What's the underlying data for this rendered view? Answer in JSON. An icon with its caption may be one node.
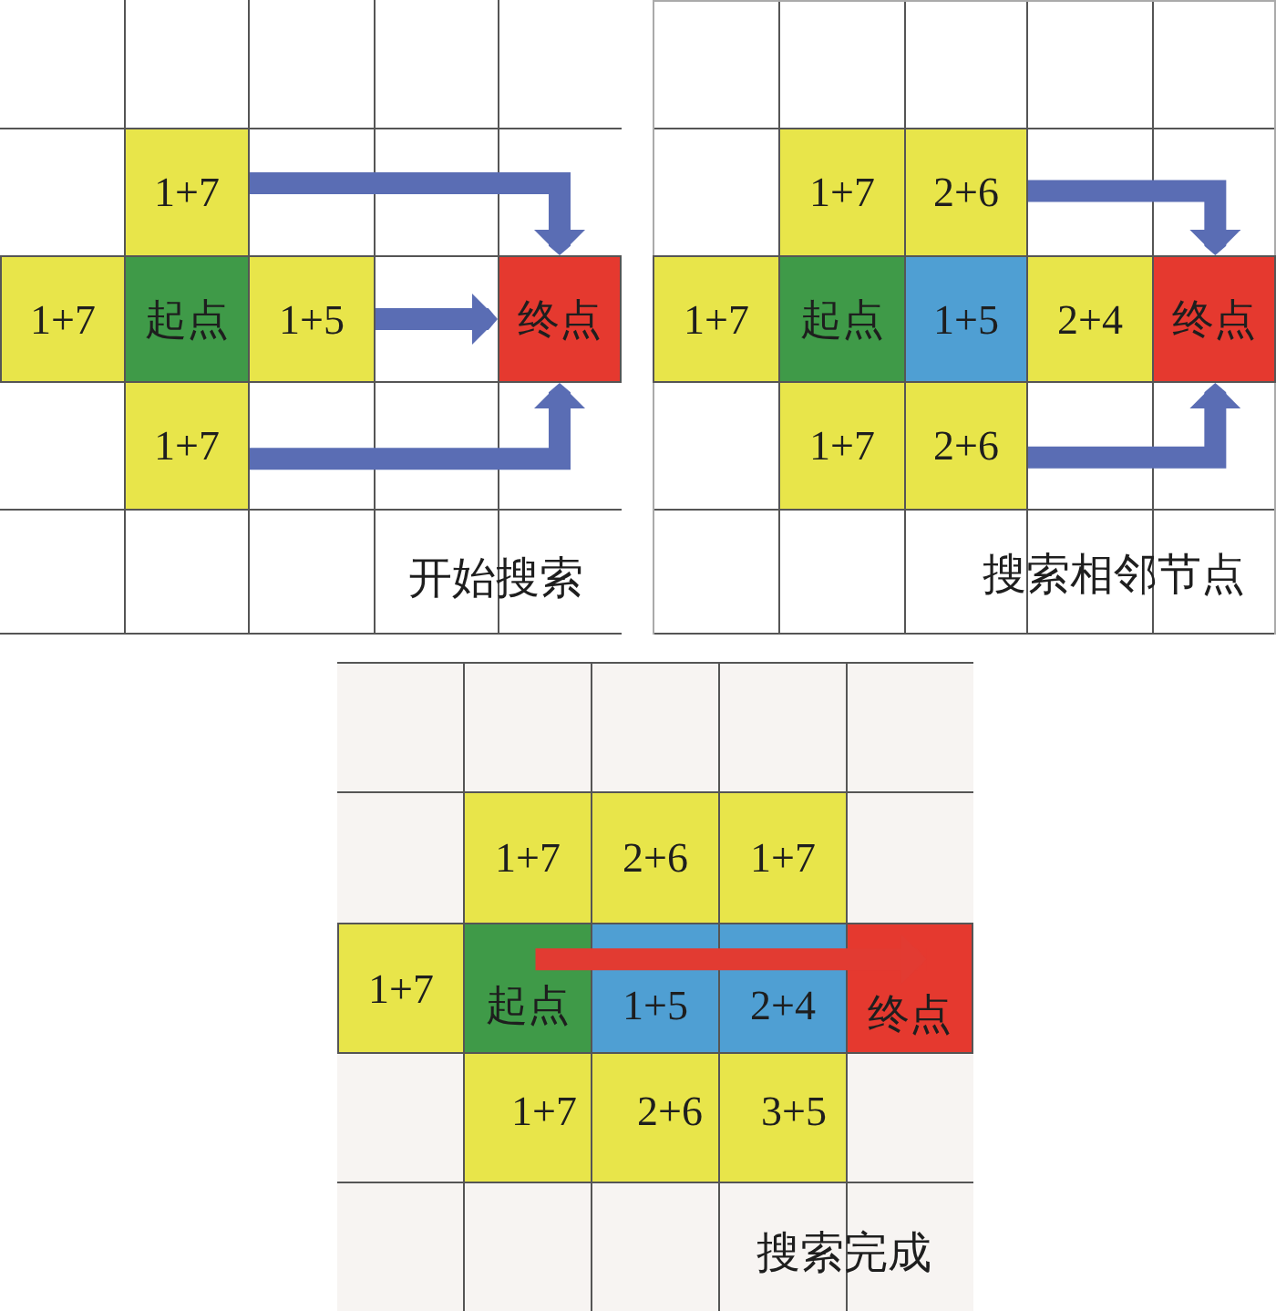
{
  "diagram": {
    "nodes": [
      {
        "text": [
          "开始搜索"
        ]
      },
      {
        "text": [
          "1+7"
        ],
        "in": 0
      },
      {
        "text": [
          "1+7"
        ],
        "in": 0
      },
      {
        "text": [
          "起点"
        ],
        "in": 0
      },
      {
        "text": [
          "1+5"
        ],
        "in": 0
      },
      {
        "text": [
          "终点"
        ],
        "in": 0
      },
      {
        "text": [
          "1+7"
        ],
        "in": 0
      },
      {
        "text": [
          "搜索相邻节点"
        ]
      },
      {
        "text": [
          "1+7"
        ],
        "in": 7
      },
      {
        "text": [
          "2+6"
        ],
        "in": 7
      },
      {
        "text": [
          "1+7"
        ],
        "in": 7
      },
      {
        "text": [
          "起点"
        ],
        "in": 7
      },
      {
        "text": [
          "1+5"
        ],
        "in": 7
      },
      {
        "text": [
          "2+4"
        ],
        "in": 7
      },
      {
        "text": [
          "终点"
        ],
        "in": 7
      },
      {
        "text": [
          "1+7"
        ],
        "in": 7
      },
      {
        "text": [
          "2+6"
        ],
        "in": 7
      },
      {
        "text": [
          "搜索完成"
        ]
      },
      {
        "text": [
          "1+7"
        ],
        "in": 17
      },
      {
        "text": [
          "2+6"
        ],
        "in": 17
      },
      {
        "text": [
          "1+7"
        ],
        "in": 17
      },
      {
        "text": [
          "1+7"
        ],
        "in": 17
      },
      {
        "text": [
          "起点"
        ],
        "in": 17
      },
      {
        "text": [
          "1+5"
        ],
        "in": 17
      },
      {
        "text": [
          "2+4"
        ],
        "in": 17
      },
      {
        "text": [
          "终点"
        ],
        "in": 17
      },
      {
        "text": [
          "1+7"
        ],
        "in": 17
      },
      {
        "text": [
          "2+6"
        ],
        "in": 17
      },
      {
        "text": [
          "3+5"
        ],
        "in": 17
      }
    ],
    "edges": [
      {
        "from": 1,
        "to": 5,
        "arrow": "to"
      },
      {
        "from": 4,
        "to": 5,
        "arrow": "to"
      },
      {
        "from": 6,
        "to": 5,
        "arrow": "to"
      },
      {
        "from": 9,
        "to": 14,
        "arrow": "to"
      },
      {
        "from": 16,
        "to": 14,
        "arrow": "to"
      },
      {
        "from": 22,
        "to": 23,
        "arrow": "none",
        "color": "#e23b32"
      },
      {
        "from": 23,
        "to": 24,
        "arrow": "none",
        "color": "#e23b32"
      },
      {
        "from": 24,
        "to": 25,
        "arrow": "to",
        "color": "#e23b32"
      }
    ]
  }
}
